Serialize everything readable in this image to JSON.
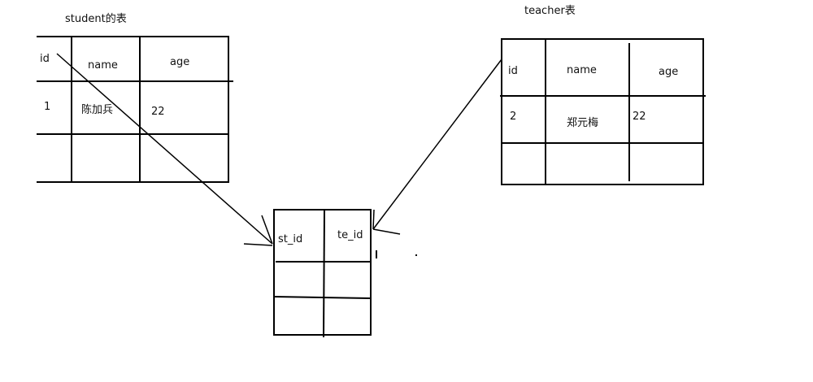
{
  "student_table": {
    "title": "student的表",
    "headers": [
      "id",
      "name",
      "age"
    ],
    "rows": [
      [
        "1",
        "陈加兵",
        "22"
      ]
    ]
  },
  "teacher_table": {
    "title": "teacher表",
    "headers": [
      "id",
      "name",
      "age"
    ],
    "rows": [
      [
        "2",
        "郑元梅",
        "22"
      ]
    ]
  },
  "junction_table": {
    "headers": [
      "st_id",
      "te_id"
    ]
  }
}
